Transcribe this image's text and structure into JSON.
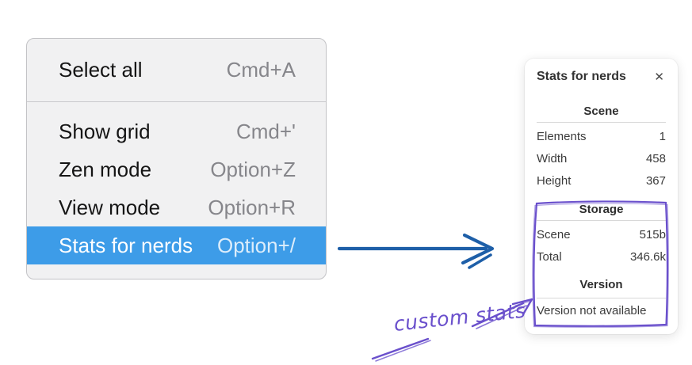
{
  "colors": {
    "menu-bg": "#f1f1f2",
    "menu-highlight": "#3d9ce8",
    "arrow-blue": "#1e5fa8",
    "annotation-purple": "#6a50cc",
    "panel-bg": "#ffffff"
  },
  "context_menu": {
    "sections": [
      {
        "items": [
          {
            "label": "Select all",
            "shortcut": "Cmd+A",
            "highlighted": false
          }
        ]
      },
      {
        "items": [
          {
            "label": "Show grid",
            "shortcut": "Cmd+'",
            "highlighted": false
          },
          {
            "label": "Zen mode",
            "shortcut": "Option+Z",
            "highlighted": false
          },
          {
            "label": "View mode",
            "shortcut": "Option+R",
            "highlighted": false
          },
          {
            "label": "Stats for nerds",
            "shortcut": "Option+/",
            "highlighted": true
          }
        ]
      }
    ]
  },
  "stats_panel": {
    "title": "Stats for nerds",
    "close_icon": "✕",
    "sections": [
      {
        "heading": "Scene",
        "rows": [
          {
            "label": "Elements",
            "value": "1"
          },
          {
            "label": "Width",
            "value": "458"
          },
          {
            "label": "Height",
            "value": "367"
          }
        ]
      },
      {
        "heading": "Storage",
        "rows": [
          {
            "label": "Scene",
            "value": "515b"
          },
          {
            "label": "Total",
            "value": "346.6k"
          }
        ]
      },
      {
        "heading": "Version",
        "note": "Version not available"
      }
    ]
  },
  "annotation": {
    "label": "custom stats"
  }
}
